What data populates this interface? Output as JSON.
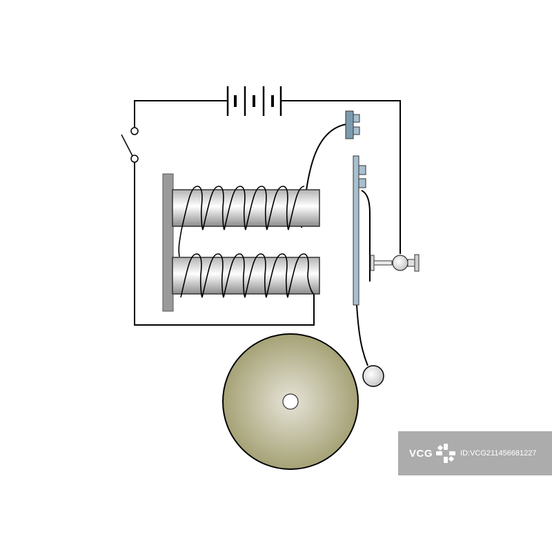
{
  "diagram": {
    "subject": "electric bell circuit",
    "colors": {
      "wire": "#000000",
      "core_light": "#ffffff",
      "core_dark": "#8c8c8c",
      "frame": "#9a9a9a",
      "contact": "#7e9bae",
      "armature": "#a8c0d0",
      "bell_center": "#e6e3d8",
      "bell_edge": "#a5a276",
      "hammer": "#e8e8e8"
    }
  },
  "watermark": {
    "brand": "VCG",
    "id": "ID:VCG211456681227",
    "icon": "vcg-logo-icon",
    "background": "#a6a6a6"
  }
}
